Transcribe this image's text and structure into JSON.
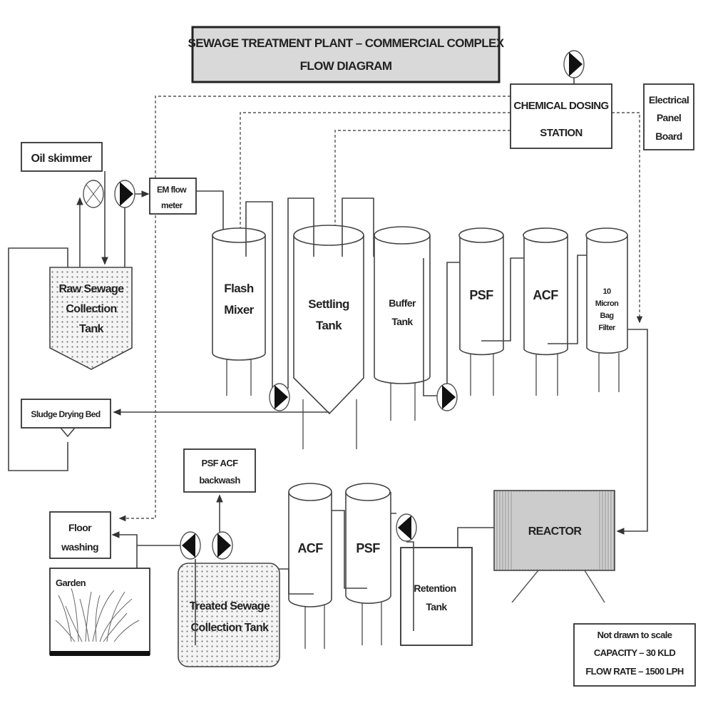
{
  "title": {
    "line1": "SEWAGE TREATMENT PLANT – COMMERCIAL COMPLEX",
    "line2": "FLOW DIAGRAM"
  },
  "chemical_dosing": {
    "line1": "CHEMICAL DOSING",
    "line2": "STATION"
  },
  "electrical_panel": {
    "line1": "Electrical",
    "line2": "Panel",
    "line3": "Board"
  },
  "oil_skimmer": "Oil skimmer",
  "em_flow_meter": {
    "line1": "EM flow",
    "line2": "meter"
  },
  "raw_tank": {
    "line1": "Raw Sewage",
    "line2": "Collection",
    "line3": "Tank"
  },
  "sludge_bed": "Sludge Drying Bed",
  "flash_mixer": {
    "line1": "Flash",
    "line2": "Mixer"
  },
  "settling_tank": {
    "line1": "Settling",
    "line2": "Tank"
  },
  "buffer_tank": {
    "line1": "Buffer",
    "line2": "Tank"
  },
  "psf": "PSF",
  "acf": "ACF",
  "bag_filter": {
    "line1": "10",
    "line2": "Micron",
    "line3": "Bag",
    "line4": "Filter"
  },
  "reactor": "REACTOR",
  "retention_tank": {
    "line1": "Retention",
    "line2": "Tank"
  },
  "psf2": "PSF",
  "acf2": "ACF",
  "backwash": {
    "line1": "PSF ACF",
    "line2": "backwash"
  },
  "floor_washing": {
    "line1": "Floor",
    "line2": "washing"
  },
  "garden": "Garden",
  "treated_tank": {
    "line1": "Treated Sewage",
    "line2": "Collection Tank"
  },
  "note": {
    "line1": "Not drawn to scale",
    "line2": "CAPACITY – 30 KLD",
    "line3": "FLOW RATE – 1500 LPH"
  },
  "colors": {
    "title_fill": "#d9d9d9",
    "reactor_fill": "#c8c8c8",
    "line": "#444444"
  }
}
